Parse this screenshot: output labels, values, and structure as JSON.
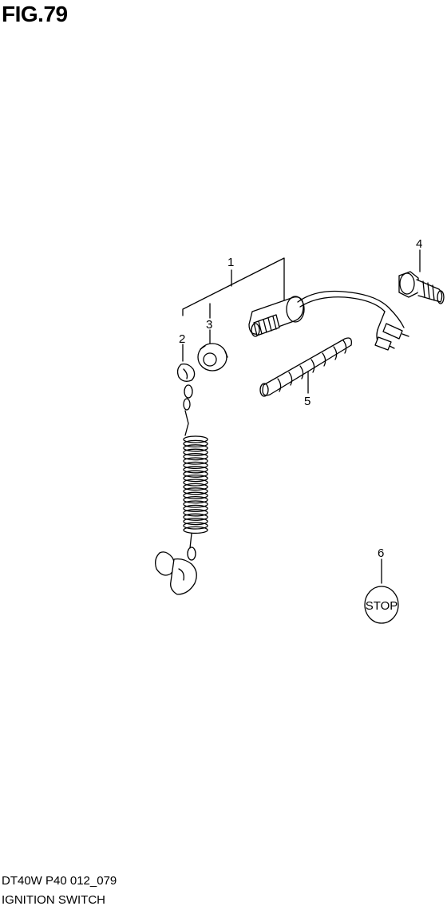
{
  "figure": {
    "title": "FIG.79",
    "code": "DT40W P40 012_079",
    "name": "IGNITION SWITCH"
  },
  "callouts": [
    "1",
    "2",
    "3",
    "4",
    "5",
    "6"
  ],
  "stop_plate_text": "STOP"
}
